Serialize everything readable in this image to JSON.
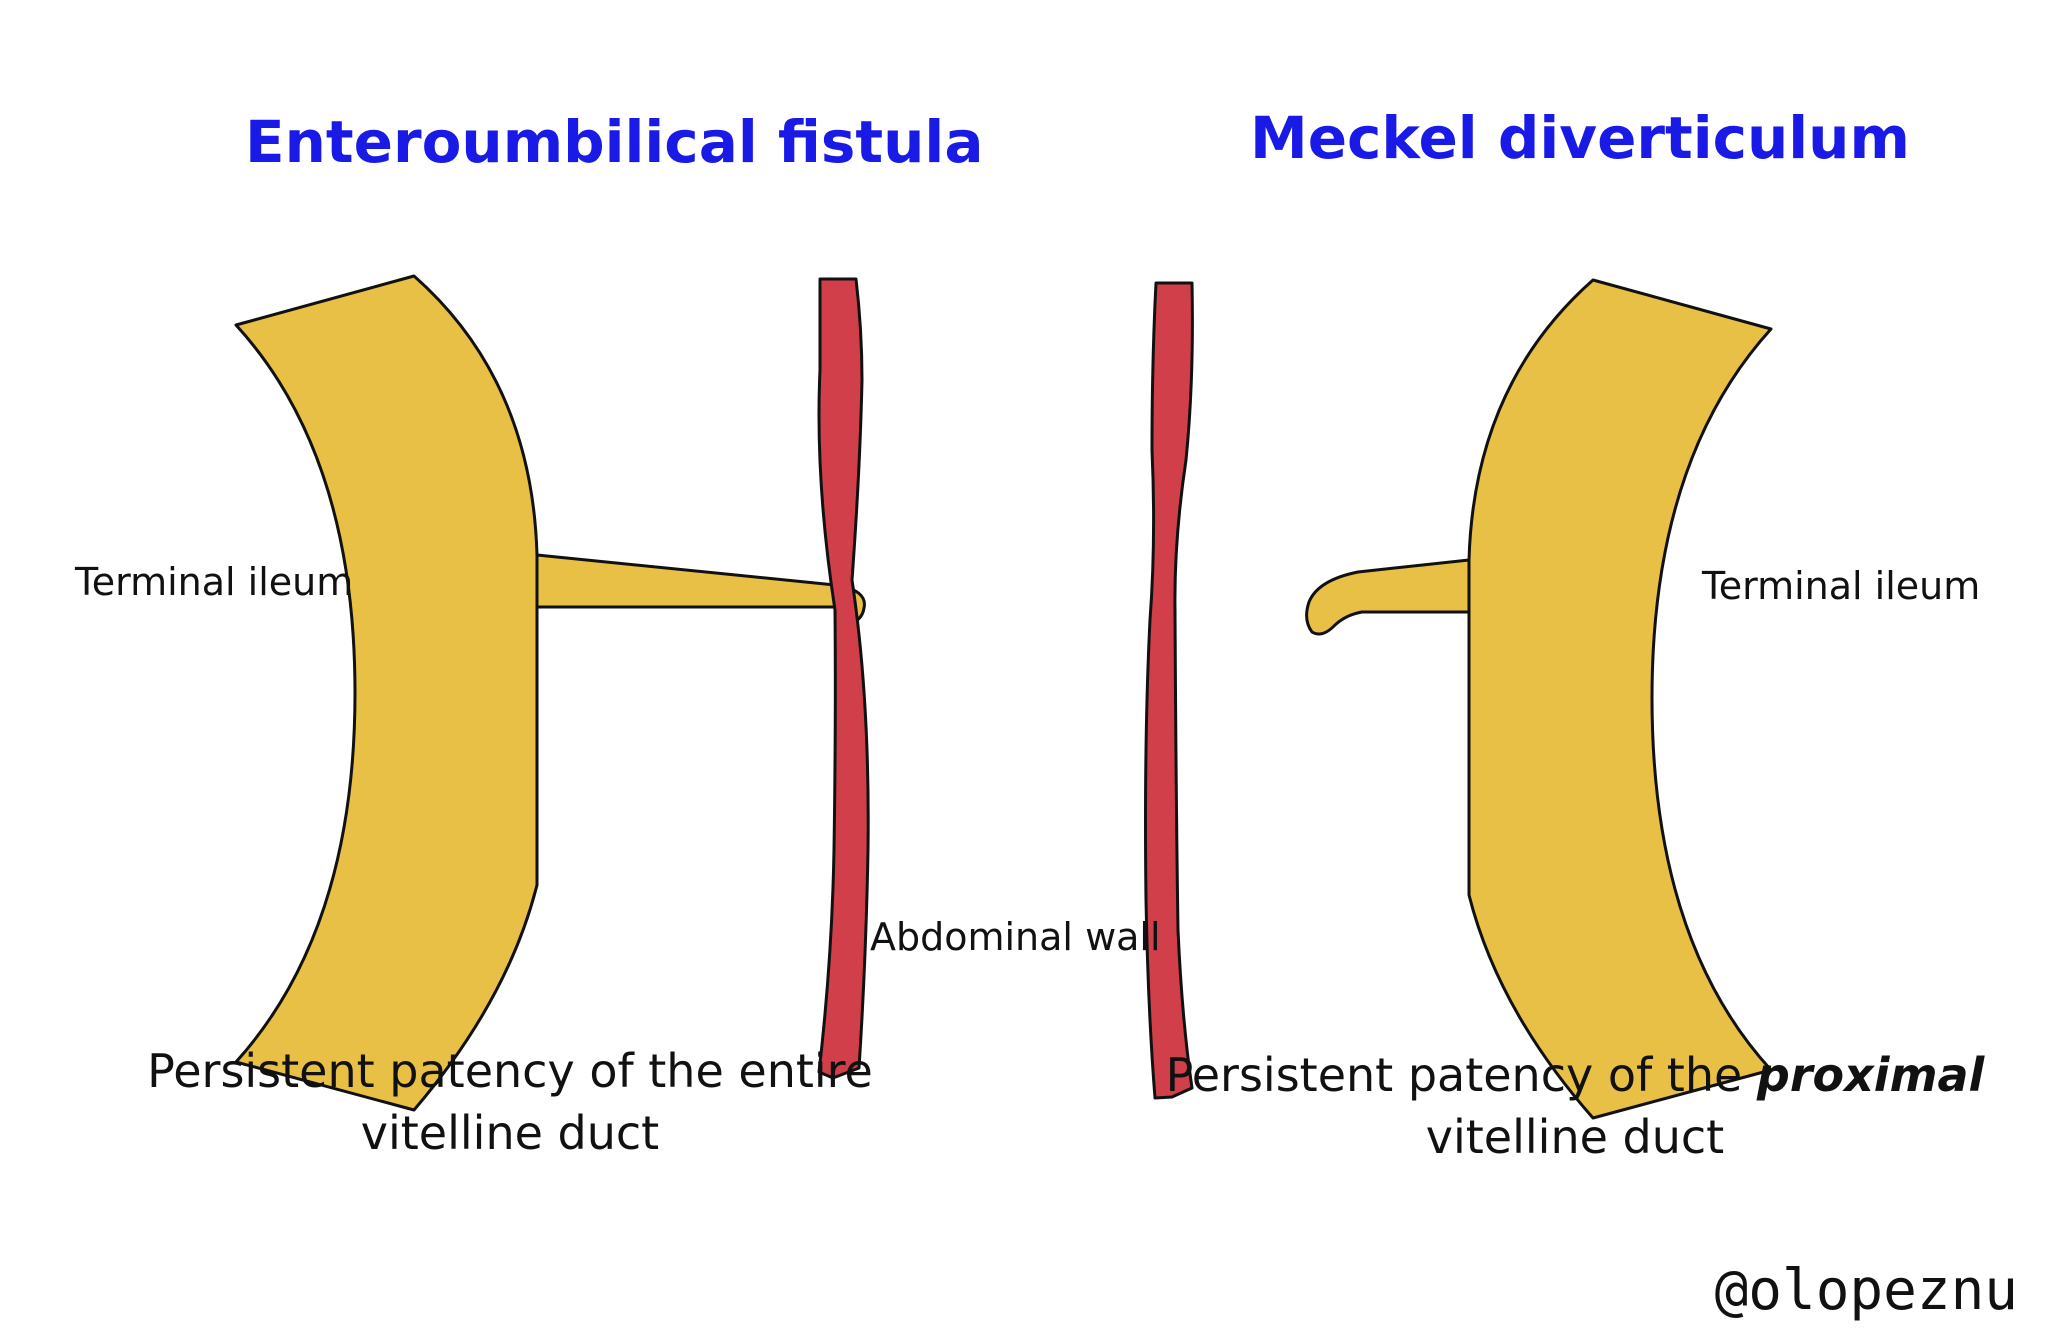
{
  "colors": {
    "title": "#1a1ae6",
    "ileum_fill": "#e8c045",
    "wall_fill": "#d1404a",
    "stroke": "#111111",
    "text": "#111111"
  },
  "left_panel": {
    "title": "Enteroumbilical fistula",
    "ileum_label": "Terminal ileum",
    "caption_line1": "Persistent patency of the entire",
    "caption_line2": "vitelline duct"
  },
  "right_panel": {
    "title": "Meckel diverticulum",
    "ileum_label": "Terminal ileum",
    "caption_line1_before": "Persistent patency of the ",
    "caption_line1_emphasis": "proximal",
    "caption_line2": "vitelline duct"
  },
  "center": {
    "wall_label": "Abdominal wall"
  },
  "credit": {
    "handle": "@olopeznu"
  }
}
